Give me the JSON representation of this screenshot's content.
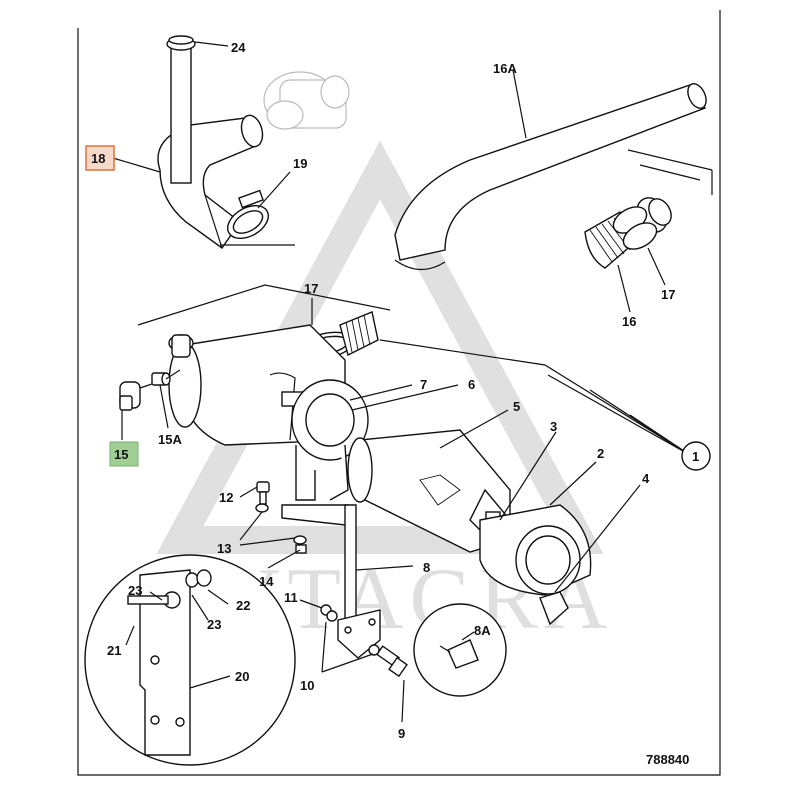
{
  "drawing_number": "788840",
  "watermark": "LYTAGRA",
  "highlight_colors": {
    "orange": "#e2703a",
    "green": "#9fcf94"
  },
  "callouts": {
    "c24": "24",
    "c16a": "16A",
    "c18": "18",
    "c19": "19",
    "c17a": "17",
    "c17b": "17",
    "c16": "16",
    "c7": "7",
    "c6": "6",
    "c5": "5",
    "c3": "3",
    "c2": "2",
    "c4": "4",
    "c1": "1",
    "c15": "15",
    "c15a": "15A",
    "c12": "12",
    "c13": "13",
    "c14": "14",
    "c8": "8",
    "c23a": "23",
    "c23b": "23",
    "c22": "22",
    "c21": "21",
    "c20": "20",
    "c11": "11",
    "c10": "10",
    "c9": "9",
    "c8a": "8A"
  }
}
